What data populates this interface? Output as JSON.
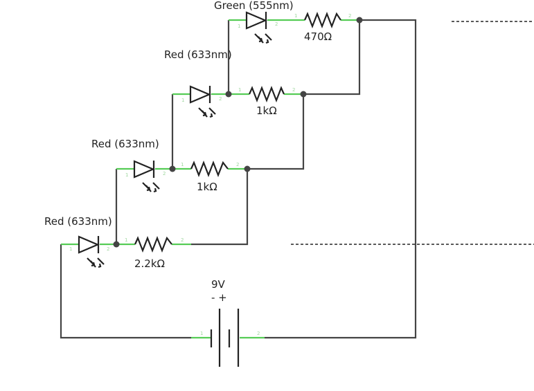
{
  "leds": [
    {
      "label": "Green (555nm)"
    },
    {
      "label": "Red (633nm)"
    },
    {
      "label": "Red (633nm)"
    },
    {
      "label": "Red (633nm)"
    }
  ],
  "resistors": [
    {
      "label": "470Ω"
    },
    {
      "label": "1kΩ"
    },
    {
      "label": "1kΩ"
    },
    {
      "label": "2.2kΩ"
    }
  ],
  "battery": {
    "voltage": "9V",
    "polarity": "- +"
  },
  "pin_labels": {
    "one": "1",
    "two": "2"
  },
  "colors": {
    "wire": "#444444",
    "lead": "#55cc55",
    "part": "#222222",
    "node": "#444444"
  }
}
